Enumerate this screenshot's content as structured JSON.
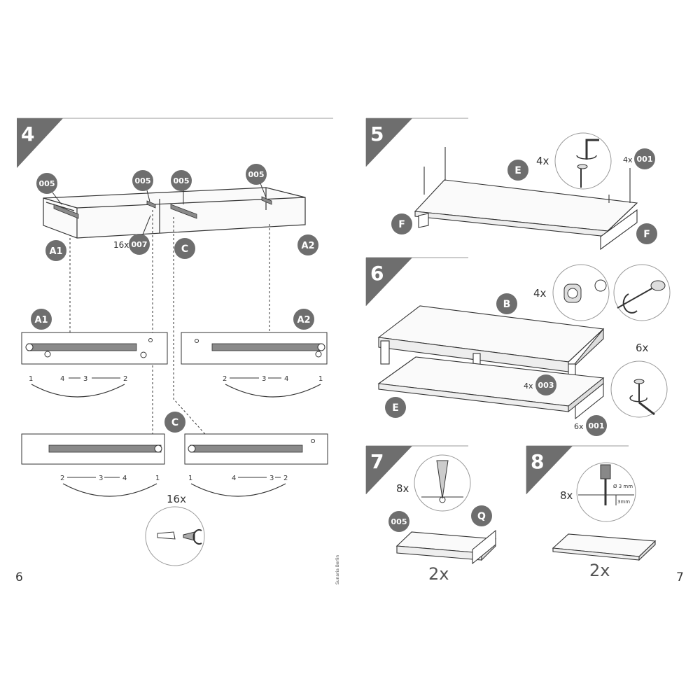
{
  "pages": {
    "left_number": "6",
    "right_number": "7",
    "credit": "Sunaria Berlin"
  },
  "steps": {
    "s4": {
      "number": "4"
    },
    "s5": {
      "number": "5"
    },
    "s6": {
      "number": "6"
    },
    "s7": {
      "number": "7"
    },
    "s8": {
      "number": "8"
    }
  },
  "step4": {
    "part_005_a": "005",
    "part_005_b": "005",
    "part_005_c": "005",
    "part_005_d": "005",
    "qty_007": "16x",
    "part_007": "007",
    "label_a1_top": "A1",
    "label_c_top": "C",
    "label_a2_top": "A2",
    "label_a1_rail": "A1",
    "label_a2_rail": "A2",
    "label_c_rail": "C",
    "a1_seq": [
      "1",
      "4",
      "3",
      "2"
    ],
    "a2_seq": [
      "2",
      "3",
      "4",
      "1"
    ],
    "c_left_seq": [
      "2",
      "3",
      "4",
      "1"
    ],
    "c_right_seq": [
      "1",
      "4",
      "3",
      "2"
    ],
    "qty_screws": "16x"
  },
  "step5": {
    "qty_circle": "4x",
    "qty_part": "4x",
    "part": "001",
    "label_e": "E",
    "label_f_left": "F",
    "label_f_right": "F"
  },
  "step6": {
    "label_b": "B",
    "label_e": "E",
    "qty_cam": "4x",
    "qty_003": "4x",
    "part_003": "003",
    "qty_circle": "6x",
    "qty_001": "6x",
    "part_001": "001"
  },
  "step7": {
    "qty_circle": "8x",
    "part": "005",
    "label_q": "Q",
    "qty_total": "2x"
  },
  "step8": {
    "qty_circle": "8x",
    "drill": "Ø 3 mm",
    "depth": "3mm",
    "qty_total": "2x"
  },
  "colors": {
    "badge": "#6e6e6e",
    "ink": "#333333",
    "rail": "#8a8a8a",
    "frame": "#999999"
  }
}
